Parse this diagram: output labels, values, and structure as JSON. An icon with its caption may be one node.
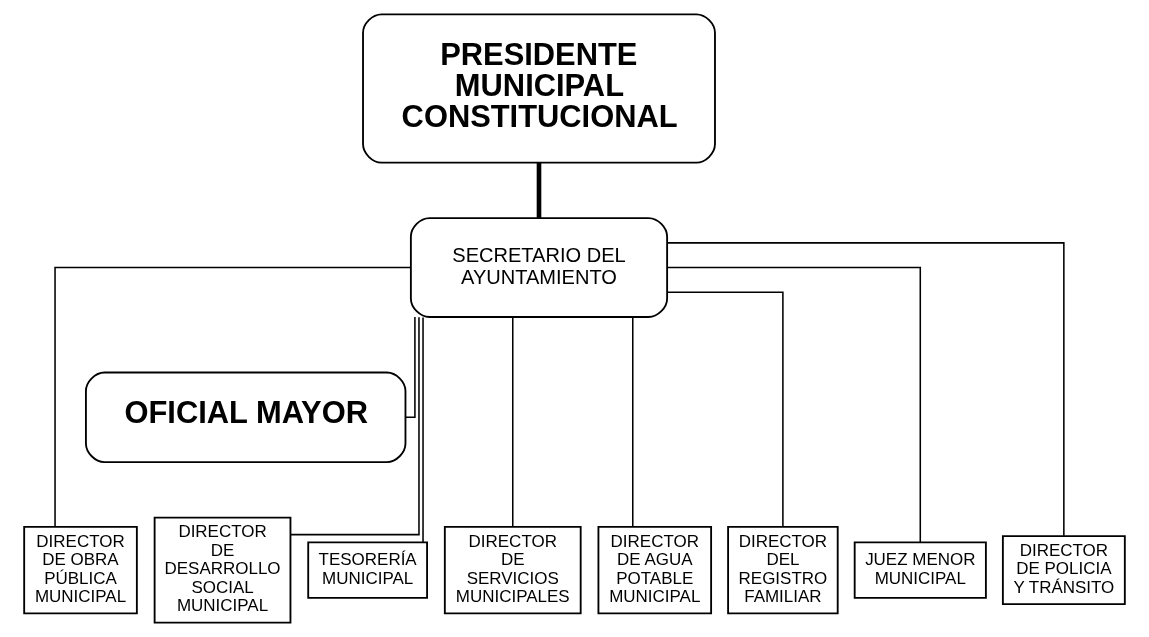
{
  "diagram": {
    "nodes": [
      {
        "text": [
          "PRESIDENTE MUNICIPAL CONSTITUCIONAL"
        ]
      },
      {
        "text": [
          "SECRETARIO DEL AYUNTAMIENTO"
        ]
      },
      {
        "text": [
          "OFICIAL MAYOR"
        ]
      },
      {
        "text": [
          "DIRECTOR DE OBRA PÚBLICA MUNICIPAL"
        ]
      },
      {
        "text": [
          "DIRECTOR DE DESARROLLO SOCIAL MUNICIPAL"
        ]
      },
      {
        "text": [
          "TESORERÍA MUNICIPAL"
        ]
      },
      {
        "text": [
          "DIRECTOR DE SERVICIOS MUNICIPALES"
        ]
      },
      {
        "text": [
          "DIRECTOR DE AGUA POTABLE MUNICIPAL"
        ]
      },
      {
        "text": [
          "DIRECTOR DEL REGISTRO FAMILIAR"
        ]
      },
      {
        "text": [
          "JUEZ MENOR MUNICIPAL"
        ]
      },
      {
        "text": [
          "DIRECTOR DE POLICIA Y TRÁNSITO"
        ]
      }
    ],
    "edges": [
      {
        "from": 0,
        "to": 1,
        "arrow": "none",
        "style": "thick"
      },
      {
        "from": 1,
        "to": 2,
        "arrow": "none"
      },
      {
        "from": 1,
        "to": 3,
        "arrow": "none"
      },
      {
        "from": 1,
        "to": 4,
        "arrow": "none"
      },
      {
        "from": 1,
        "to": 5,
        "arrow": "none"
      },
      {
        "from": 1,
        "to": 6,
        "arrow": "none"
      },
      {
        "from": 1,
        "to": 7,
        "arrow": "none"
      },
      {
        "from": 1,
        "to": 8,
        "arrow": "none"
      },
      {
        "from": 1,
        "to": 9,
        "arrow": "none"
      },
      {
        "from": 1,
        "to": 10,
        "arrow": "none"
      }
    ]
  }
}
